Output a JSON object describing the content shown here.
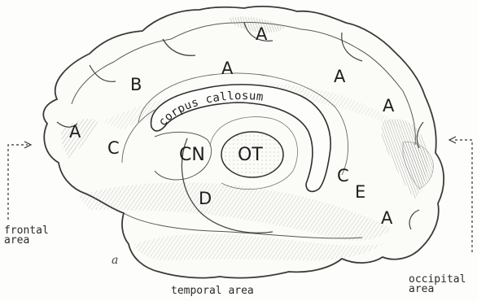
{
  "labels": {
    "corpus": "corpus callosum",
    "cn": "CN",
    "ot": "OT",
    "a": "A",
    "b": "B",
    "c": "C",
    "d": "D",
    "e": "E",
    "mark": "a"
  },
  "areas": {
    "frontal_line1": "frontal",
    "frontal_line2": "area",
    "occipital_line1": "occipital",
    "occipital_line2": "area",
    "temporal": "temporal area"
  },
  "colors": {
    "ink": "#2a2a2a",
    "paper": "#fdfdfb",
    "hatch": "#8a8a8a"
  }
}
